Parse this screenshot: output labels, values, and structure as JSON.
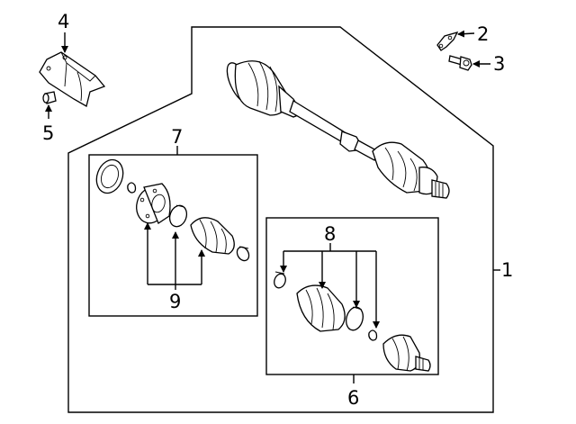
{
  "callouts": {
    "c1": "1",
    "c2": "2",
    "c3": "3",
    "c4": "4",
    "c5": "5",
    "c6": "6",
    "c7": "7",
    "c8": "8",
    "c9": "9"
  },
  "parts": {
    "axle_shaft": "axle-assembly",
    "heat_shield": "heat-shield",
    "bracket": "bracket",
    "bolt": "bolt",
    "nut": "nut",
    "inner_joint_kit": "inner-cv-joint-kit",
    "outer_joint_kit": "outer-cv-joint-kit"
  }
}
